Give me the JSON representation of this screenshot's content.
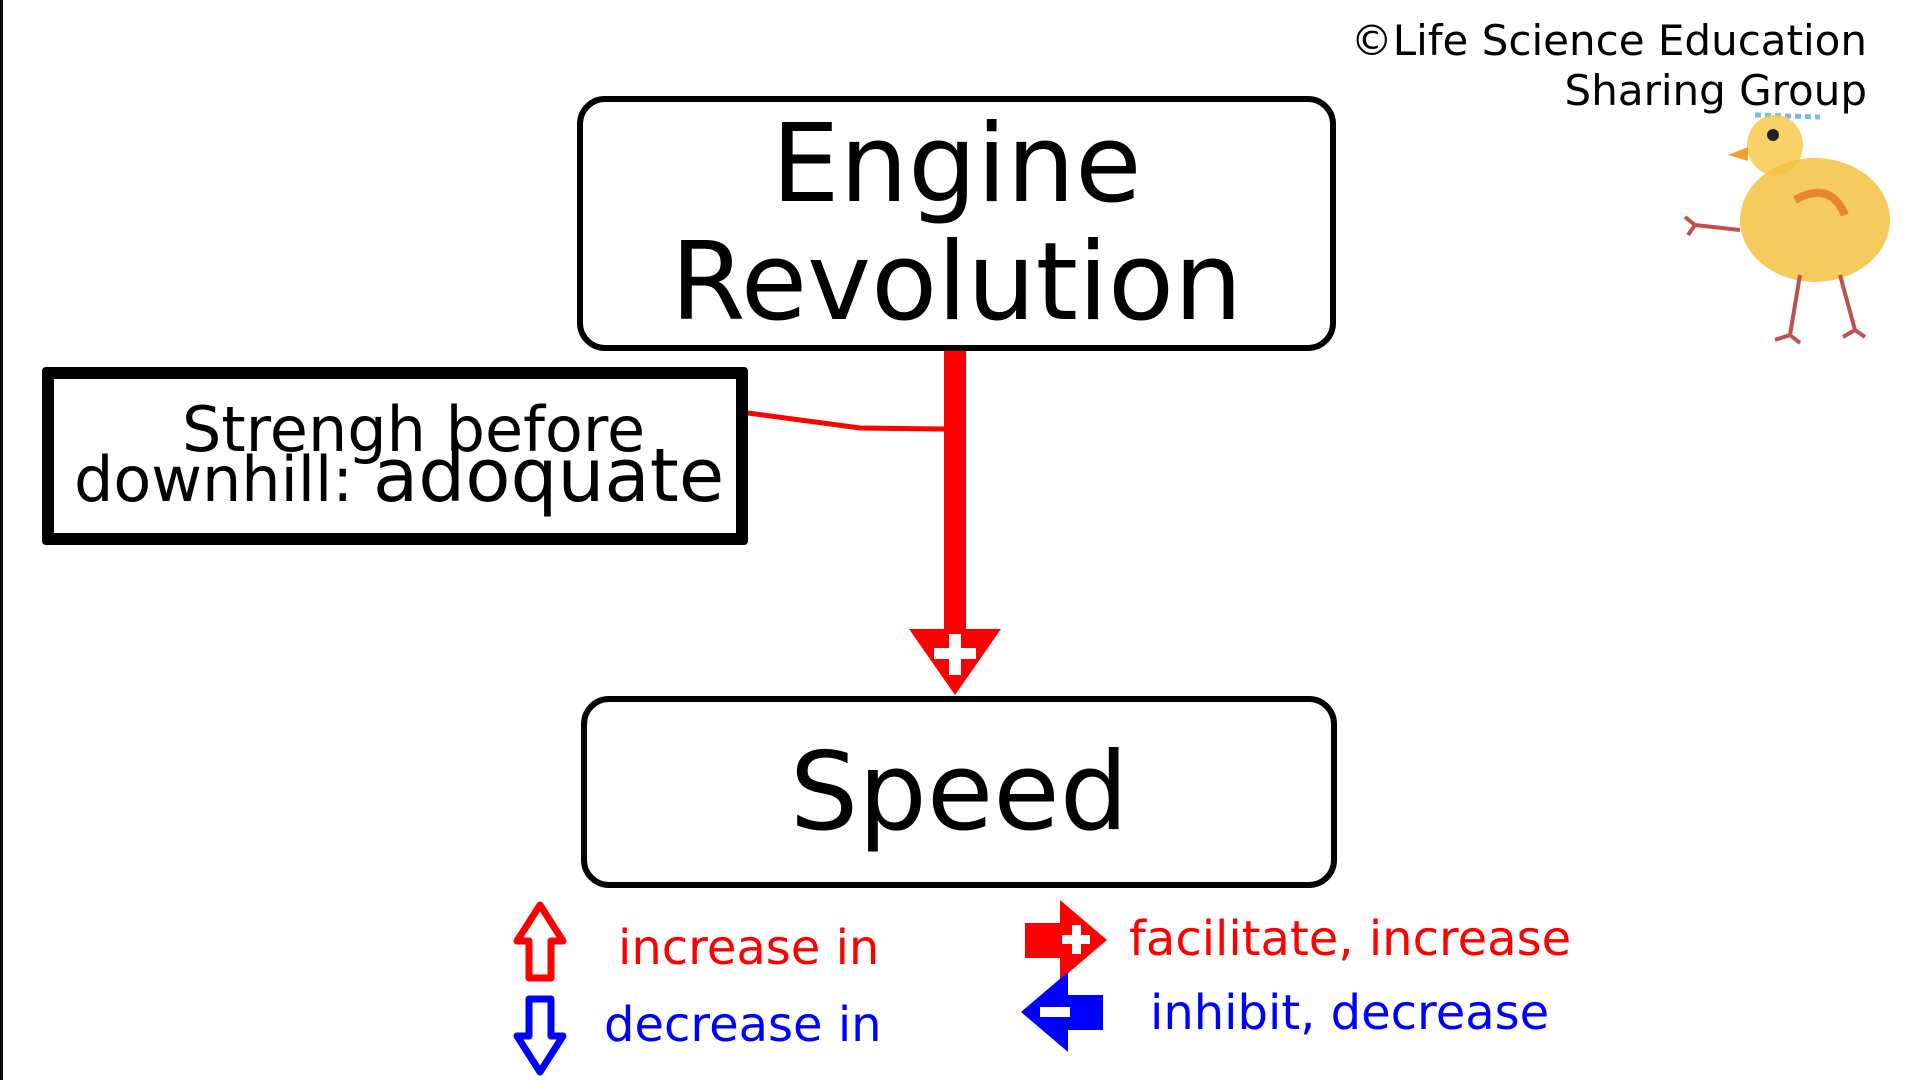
{
  "credit": {
    "line1": "©Life Science Education",
    "line2": "Sharing Group"
  },
  "nodes": {
    "engine": {
      "line1": "Engine",
      "line2": "Revolution"
    },
    "speed": "Speed",
    "condition": {
      "label_line1": "Strengh before",
      "label_line2": "downhill:",
      "value": "adoquate"
    }
  },
  "edge": {
    "from": "Engine Revolution",
    "to": "Speed",
    "sign": "+",
    "color": "#ff0000"
  },
  "legend": {
    "increase": "increase in",
    "decrease": "decrease in",
    "facilitate": "facilitate, increase",
    "inhibit": "inhibit, decrease"
  },
  "colors": {
    "red": "#ff0000",
    "blue": "#0000ff",
    "mascot": "#f5c242"
  },
  "mascot_icon": "chick-mascot-icon"
}
